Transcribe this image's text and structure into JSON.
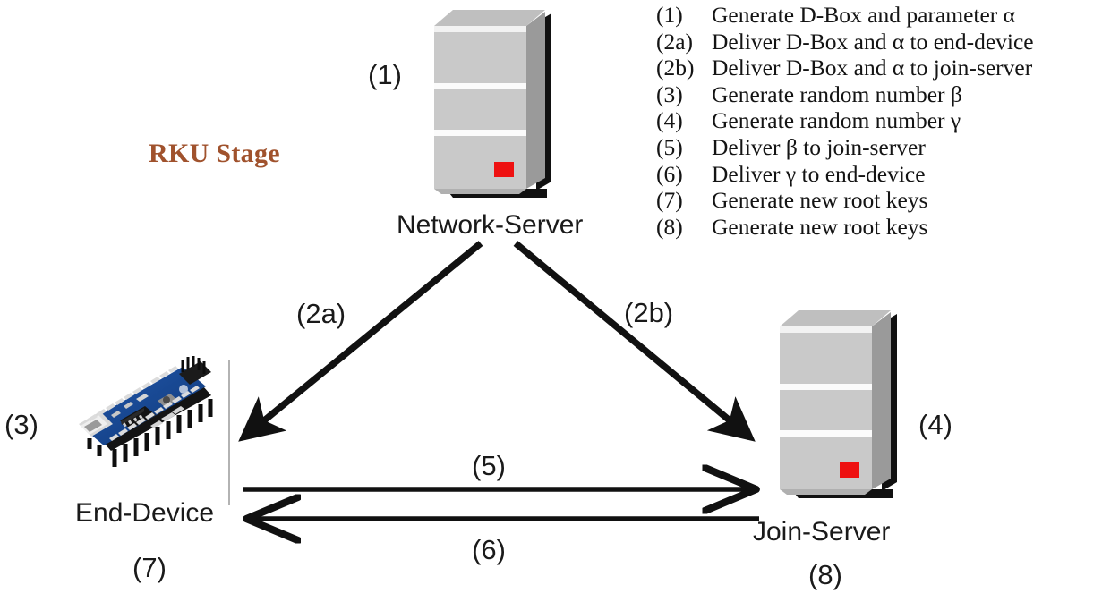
{
  "diagram": {
    "stage_title": "RKU Stage",
    "stage_title_color": "#A0522D",
    "background": "#ffffff",
    "nodes": [
      {
        "id": "network-server",
        "label": "Network-Server",
        "step": "(1)",
        "icon": "server-tower-icon"
      },
      {
        "id": "end-device",
        "label": "End-Device",
        "step_left": "(3)",
        "step_below": "(7)",
        "icon": "arduino-board-icon"
      },
      {
        "id": "join-server",
        "label": "Join-Server",
        "step_right": "(4)",
        "step_below": "(8)",
        "icon": "server-tower-icon"
      }
    ],
    "edges": [
      {
        "id": "edge-2a",
        "label": "(2a)",
        "from": "network-server",
        "to": "end-device",
        "style": "solid-thick-filled-head"
      },
      {
        "id": "edge-2b",
        "label": "(2b)",
        "from": "network-server",
        "to": "join-server",
        "style": "solid-thick-filled-head"
      },
      {
        "id": "edge-5",
        "label": "(5)",
        "from": "end-device",
        "to": "join-server",
        "style": "solid-thin-open-head"
      },
      {
        "id": "edge-6",
        "label": "(6)",
        "from": "join-server",
        "to": "end-device",
        "style": "solid-thin-open-head"
      }
    ],
    "legend": [
      {
        "num": "(1)",
        "text": "Generate D-Box and parameter α"
      },
      {
        "num": "(2a)",
        "text": "Deliver D-Box and α to end-device"
      },
      {
        "num": "(2b)",
        "text": "Deliver D-Box and α to join-server"
      },
      {
        "num": "(3)",
        "text": "Generate random number β"
      },
      {
        "num": "(4)",
        "text": "Generate random number γ"
      },
      {
        "num": "(5)",
        "text": "Deliver β to join-server"
      },
      {
        "num": "(6)",
        "text": "Deliver γ to end-device"
      },
      {
        "num": "(7)",
        "text": "Generate new root keys"
      },
      {
        "num": "(8)",
        "text": "Generate new root keys"
      }
    ],
    "colors": {
      "server_front": "#c9c9c9",
      "server_side": "#9a9a9a",
      "server_top": "#bfbfbf",
      "server_shadow": "#111111",
      "server_led": "#ee1111",
      "pcb_blue": "#1a4fa0",
      "arrow": "#111111",
      "divider": "#b3b3b3"
    }
  }
}
